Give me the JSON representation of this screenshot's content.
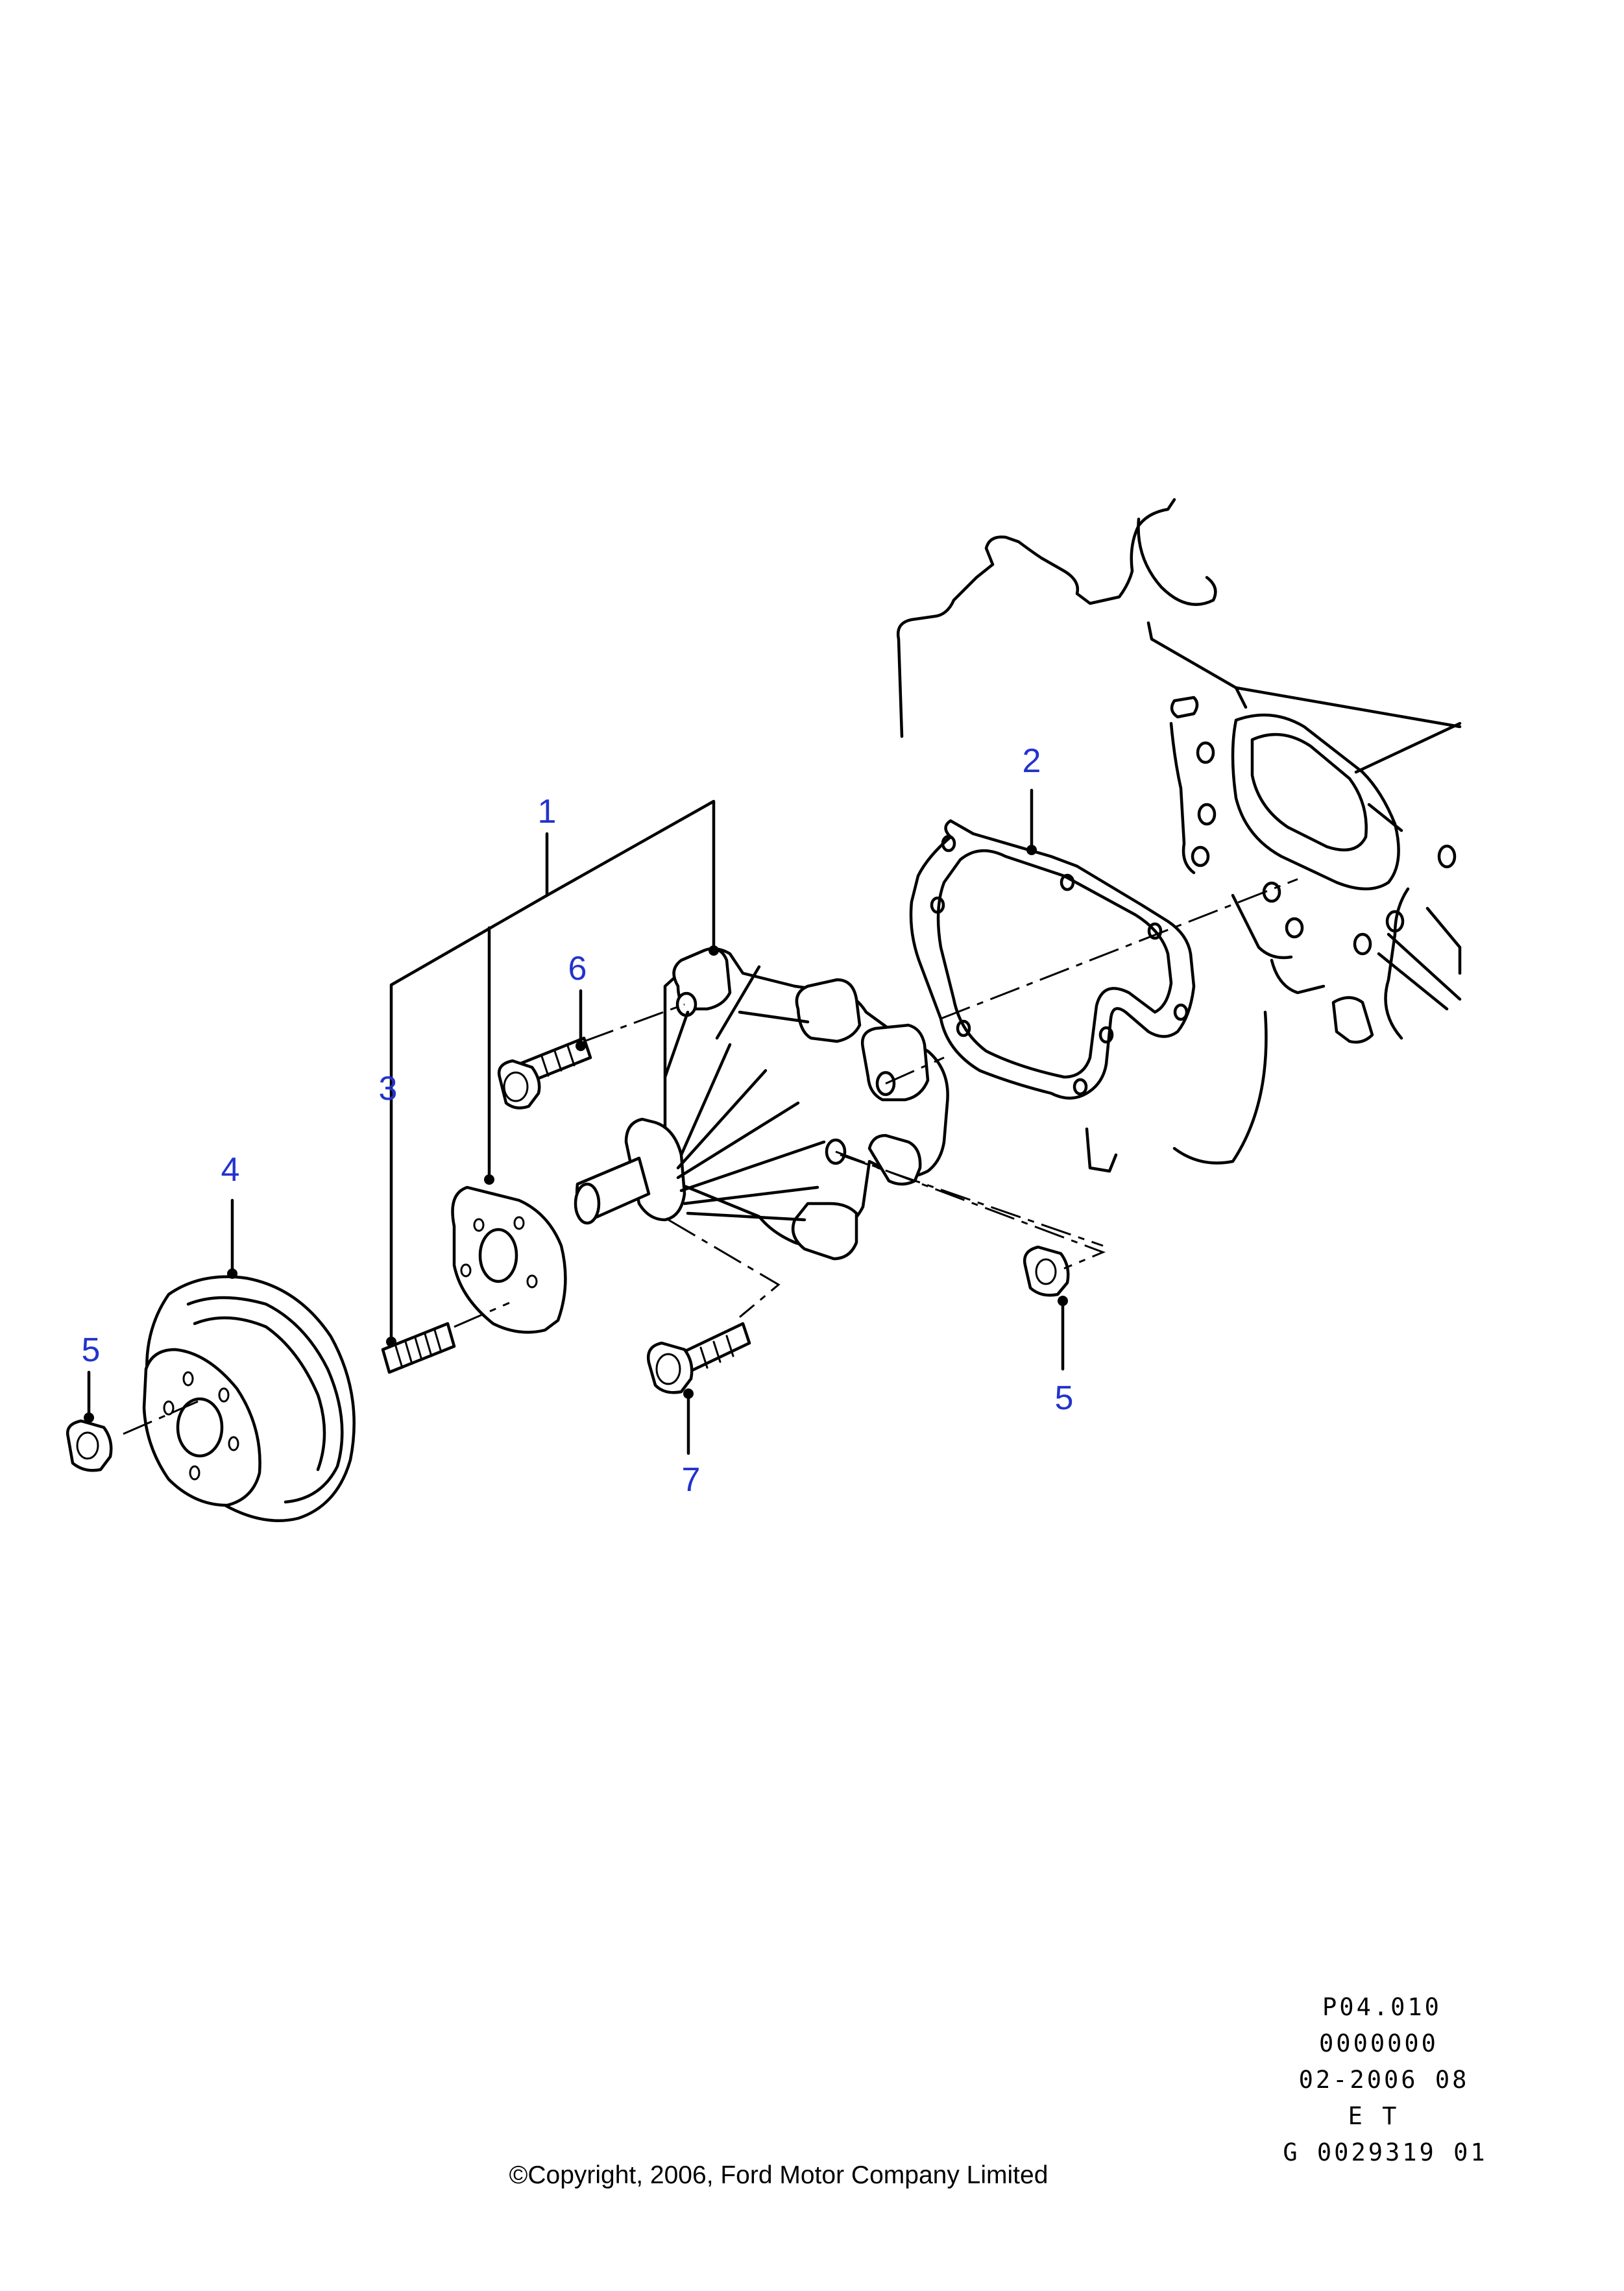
{
  "callout_color": "#2233cc",
  "line_color": "#000000",
  "callouts": {
    "c1": "1",
    "c2": "2",
    "c3": "3",
    "c4": "4",
    "c5_left": "5",
    "c5_right": "5",
    "c6": "6",
    "c7": "7"
  },
  "footer": {
    "page_ref": "P04.010",
    "code": "0000000",
    "date": "02-2006 08",
    "lang": "E T",
    "graphic_id": "G 0029319 01",
    "copyright": "©Copyright, 2006, Ford Motor Company Limited"
  }
}
